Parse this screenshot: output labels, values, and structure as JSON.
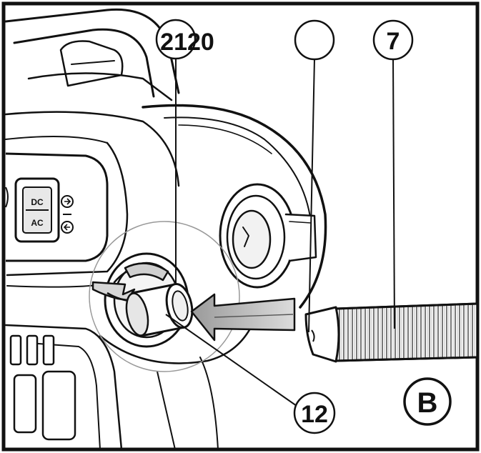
{
  "callouts": {
    "top_left": "2120",
    "top_middle": "",
    "top_right": "7",
    "bottom": "12",
    "panel_letter": "B"
  },
  "control_panel": {
    "switch_top": "DC",
    "switch_bottom": "AC"
  },
  "colors": {
    "line": "#111111",
    "fill": "#ffffff",
    "shade": "#cfcfcf",
    "dark_shade": "#8a8a8a"
  }
}
